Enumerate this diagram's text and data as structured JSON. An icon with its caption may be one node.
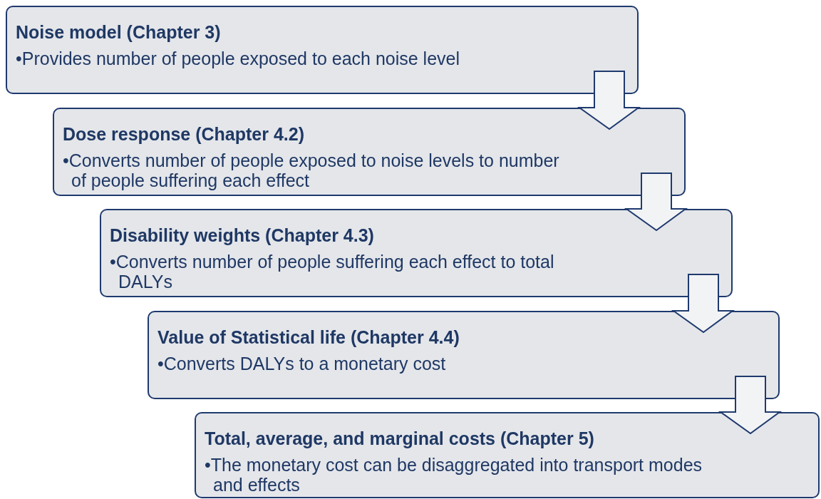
{
  "diagram": {
    "nodes": [
      {
        "text": [
          "Noise model (Chapter 3)",
          "•Provides number of people exposed to each noise level"
        ]
      },
      {
        "text": [
          "Dose response (Chapter 4.2)",
          "•Converts number of people exposed to noise levels to number of people suffering each effect"
        ]
      },
      {
        "text": [
          "Disability weights (Chapter 4.3)",
          "•Converts number of people suffering each effect to total DALYs"
        ]
      },
      {
        "text": [
          "Value of Statistical life (Chapter 4.4)",
          "•Converts DALYs to a monetary cost"
        ]
      },
      {
        "text": [
          "Total, average, and marginal costs (Chapter 5)",
          "•The monetary cost can be disaggregated into transport modes and effects"
        ]
      }
    ],
    "edges": [
      {
        "from": 0,
        "to": 1,
        "arrow": "to"
      },
      {
        "from": 1,
        "to": 2,
        "arrow": "to"
      },
      {
        "from": 2,
        "to": 3,
        "arrow": "to"
      },
      {
        "from": 3,
        "to": 4,
        "arrow": "to"
      }
    ]
  }
}
